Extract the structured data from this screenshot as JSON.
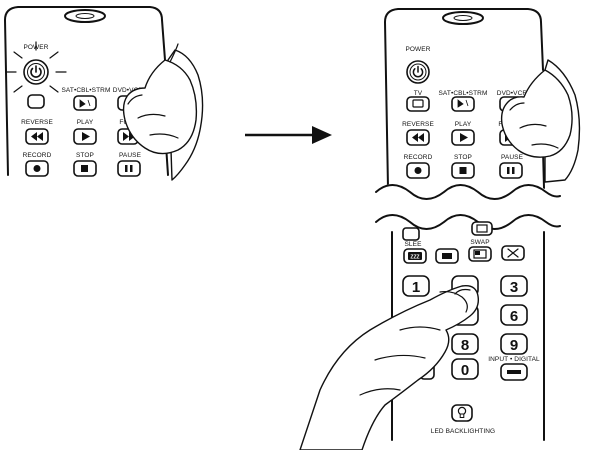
{
  "left_remote": {
    "labels": {
      "power": "POWER",
      "sat": "SAT•CBL•STRM",
      "dvd": "DVD•VCR",
      "reverse": "REVERSE",
      "play": "PLAY",
      "forward": "FO",
      "record": "RECORD",
      "stop": "STOP",
      "pause": "PAUSE"
    }
  },
  "right_remote": {
    "labels": {
      "power": "POWER",
      "tv": "TV",
      "sat": "SAT•CBL•STRM",
      "dvd": "DVD•VCR",
      "reverse": "REVERSE",
      "play": "PLAY",
      "forward": "FO",
      "record": "RECORD",
      "stop": "STOP",
      "pause": "PAUSE",
      "sleep": "SLEE",
      "swap": "SWAP",
      "input_digital": "INPUT • DIGITAL",
      "led_backlighting": "LED BACKLIGHTING"
    },
    "numbers": {
      "n1": "1",
      "n3": "3",
      "n6": "6",
      "n8": "8",
      "n9": "9",
      "n0": "0"
    }
  },
  "icons": {
    "zzz": "ZZZ"
  }
}
